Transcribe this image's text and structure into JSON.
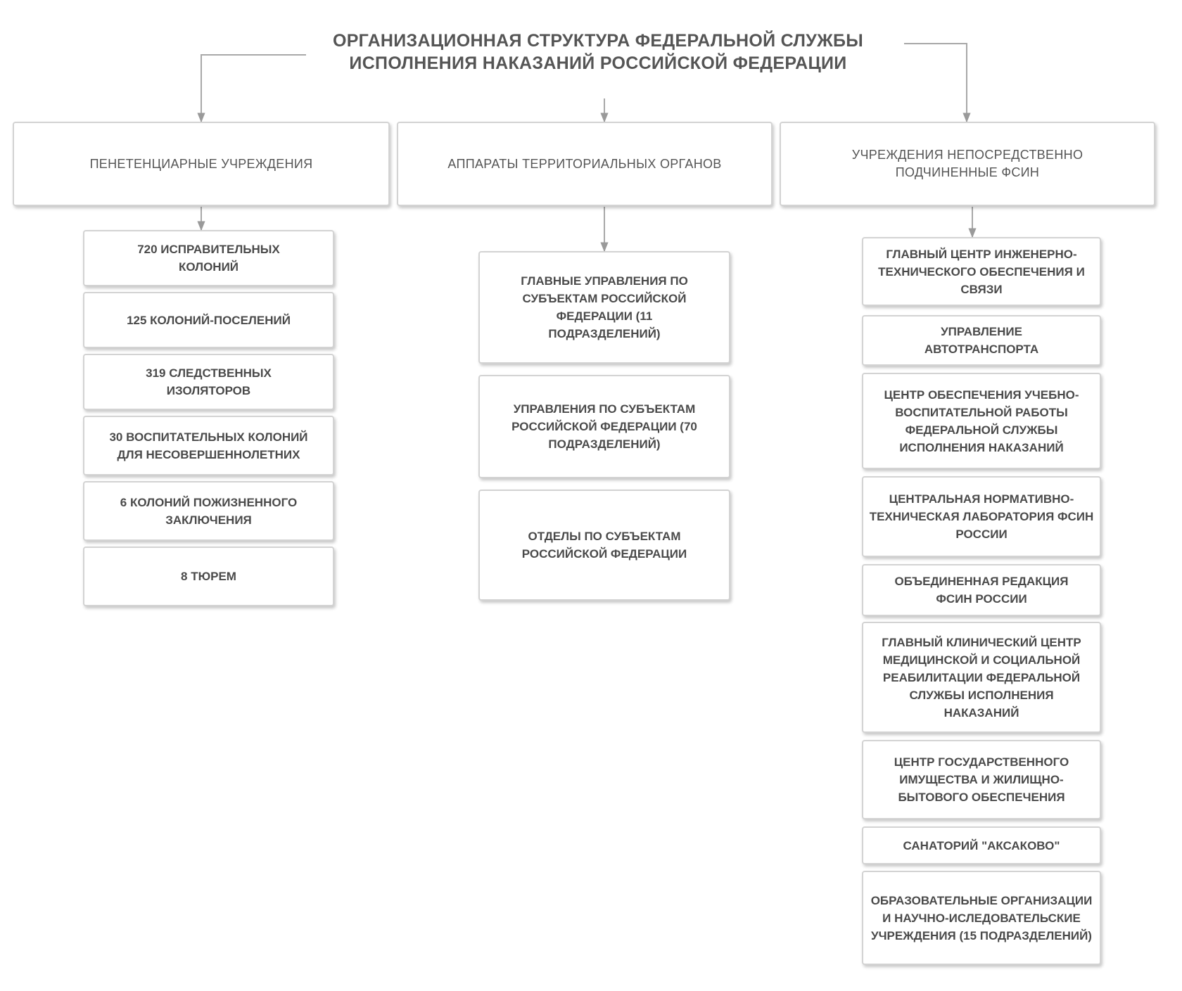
{
  "title": {
    "line1": "ОРГАНИЗАЦИОННАЯ СТРУКТУРА ФЕДЕРАЛЬНОЙ СЛУЖБЫ",
    "line2": "ИСПОЛНЕНИЯ НАКАЗАНИЙ РОССИЙСКОЙ ФЕДЕРАЦИИ"
  },
  "branches": [
    {
      "label": "ПЕНЕТЕНЦИАРНЫЕ УЧРЕЖДЕНИЯ",
      "children": [
        "720  ИСПРАВИТЕЛЬНЫХ КОЛОНИЙ",
        "125 КОЛОНИЙ-ПОСЕЛЕНИЙ",
        "319 СЛЕДСТВЕННЫХ ИЗОЛЯТОРОВ",
        "30 ВОСПИТАТЕЛЬНЫХ КОЛОНИЙ ДЛЯ НЕСОВЕРШЕННОЛЕТНИХ",
        "6 КОЛОНИЙ ПОЖИЗНЕННОГО ЗАКЛЮЧЕНИЯ",
        "8 ТЮРЕМ"
      ]
    },
    {
      "label": "АППАРАТЫ ТЕРРИТОРИАЛЬНЫХ ОРГАНОВ",
      "children": [
        "ГЛАВНЫЕ УПРАВЛЕНИЯ ПО СУБЪЕКТАМ РОССИЙСКОЙ ФЕДЕРАЦИИ (11 ПОДРАЗДЕЛЕНИЙ)",
        "УПРАВЛЕНИЯ ПО СУБЪЕКТАМ РОССИЙСКОЙ ФЕДЕРАЦИИ (70 ПОДРАЗДЕЛЕНИЙ)",
        "ОТДЕЛЫ ПО СУБЪЕКТАМ РОССИЙСКОЙ ФЕДЕРАЦИИ"
      ]
    },
    {
      "label": "УЧРЕЖДЕНИЯ НЕПОСРЕДСТВЕННО ПОДЧИНЕННЫЕ ФСИН",
      "children": [
        "ГЛАВНЫЙ ЦЕНТР ИНЖЕНЕРНО-ТЕХНИЧЕСКОГО ОБЕСПЕЧЕНИЯ И СВЯЗИ",
        "УПРАВЛЕНИЕ АВТОТРАНСПОРТА",
        "ЦЕНТР ОБЕСПЕЧЕНИЯ УЧЕБНО-ВОСПИТАТЕЛЬНОЙ РАБОТЫ ФЕДЕРАЛЬНОЙ СЛУЖБЫ ИСПОЛНЕНИЯ НАКАЗАНИЙ",
        "ЦЕНТРАЛЬНАЯ НОРМАТИВНО-ТЕХНИЧЕСКАЯ ЛАБОРАТОРИЯ ФСИН РОССИИ",
        "ОБЪЕДИНЕННАЯ РЕДАКЦИЯ ФСИН РОССИИ",
        "ГЛАВНЫЙ КЛИНИЧЕСКИЙ ЦЕНТР МЕДИЦИНСКОЙ И СОЦИАЛЬНОЙ РЕАБИЛИТАЦИИ ФЕДЕРАЛЬНОЙ СЛУЖБЫ ИСПОЛНЕНИЯ НАКАЗАНИЙ",
        "ЦЕНТР ГОСУДАРСТВЕННОГО ИМУЩЕСТВА И ЖИЛИЩНО-БЫТОВОГО ОБЕСПЕЧЕНИЯ",
        "САНАТОРИЙ \"АКСАКОВО\"",
        "ОБРАЗОВАТЕЛЬНЫЕ ОРГАНИЗАЦИИ И НАУЧНО-ИСЛЕДОВАТЕЛЬСКИЕ УЧРЕЖДЕНИЯ (15 ПОДРАЗДЕЛЕНИЙ)"
      ]
    }
  ]
}
